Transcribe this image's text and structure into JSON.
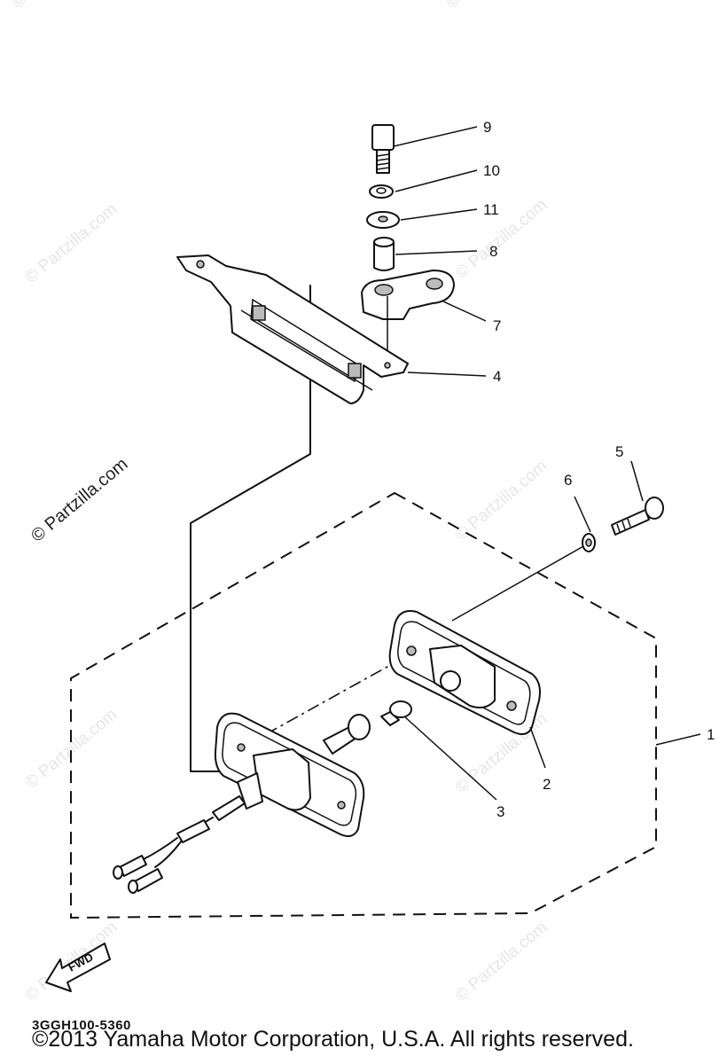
{
  "callouts": {
    "c1": "1",
    "c2": "2",
    "c3": "3",
    "c4": "4",
    "c5": "5",
    "c6": "6",
    "c7": "7",
    "c8": "8",
    "c9": "9",
    "c10": "10",
    "c11": "11"
  },
  "fwd_label": "FWD",
  "part_code": "3GGH100-5360",
  "copyright": "©2013 Yamaha Motor Corporation, U.S.A. All rights reserved.",
  "watermark": "© Partzilla.com"
}
